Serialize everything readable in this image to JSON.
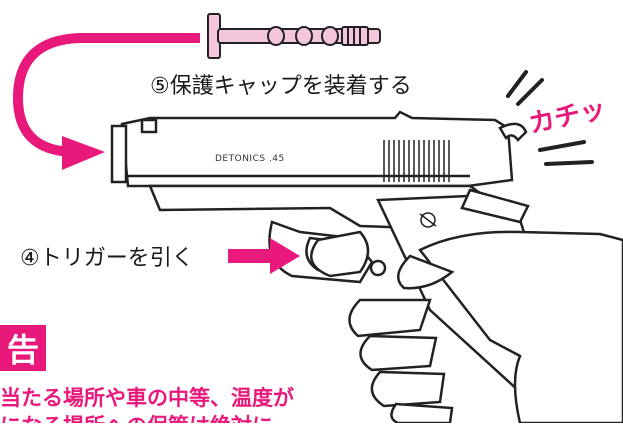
{
  "labels": {
    "step5": "⑤保護キャップを装着する",
    "step4": "④トリガーを引く",
    "sound_effect": "カチッ",
    "model_marking": "DETONICS .45"
  },
  "warning": {
    "badge": "告",
    "line1": "当たる場所や車の中等、温度が",
    "line2": "になる場所への保管は絶対に"
  },
  "colors": {
    "accent": "#e8197a",
    "line": "#222222",
    "cap_fill": "#f4c6dc"
  }
}
